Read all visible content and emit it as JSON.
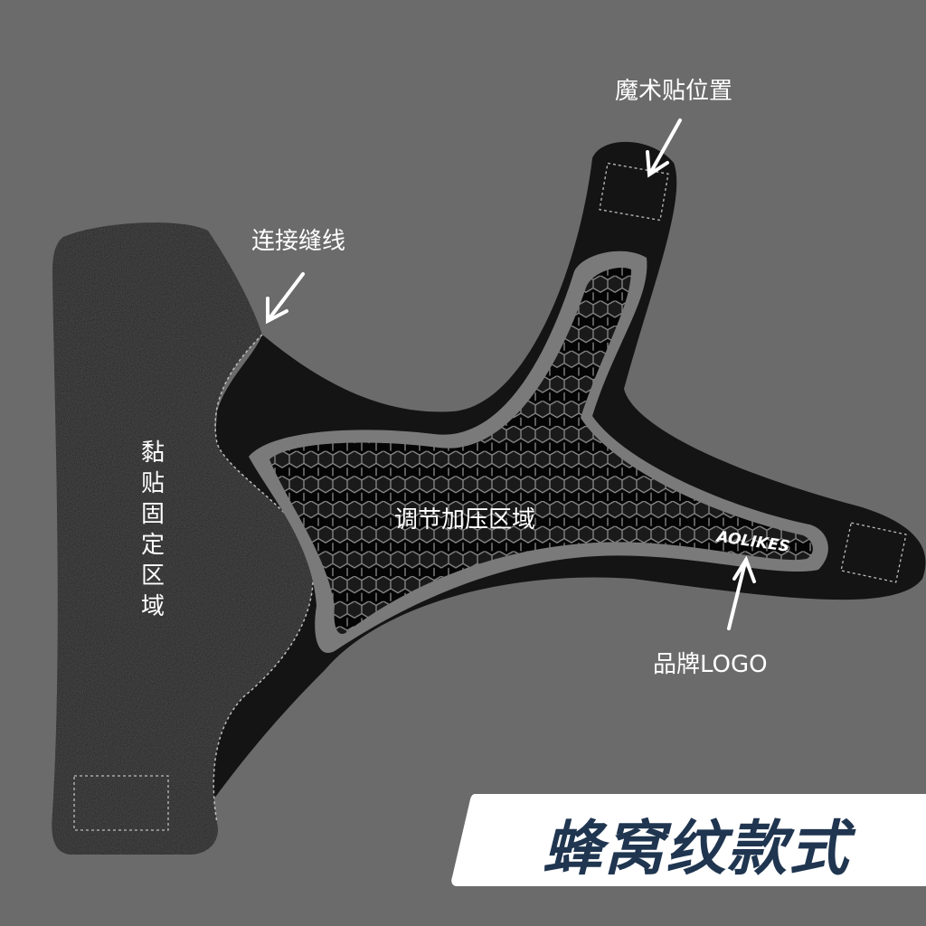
{
  "labels": {
    "velcro_position": "魔术贴位置",
    "stitching": "连接缝线",
    "adhesive_zone": "黏贴固定区域",
    "pressure_zone": "调节加压区域",
    "brand_logo_label": "品牌LOGO",
    "brand_name": "AOLIKES",
    "registered_mark": "®"
  },
  "banner": {
    "title": "蜂窝纹款式"
  },
  "colors": {
    "background": "#6b6b6b",
    "brace_black": "#141414",
    "brace_felt": "#1c1c1c",
    "trim_gray": "#7a7a7a",
    "banner_bg": "#ffffff",
    "banner_text": "#1f3550"
  }
}
